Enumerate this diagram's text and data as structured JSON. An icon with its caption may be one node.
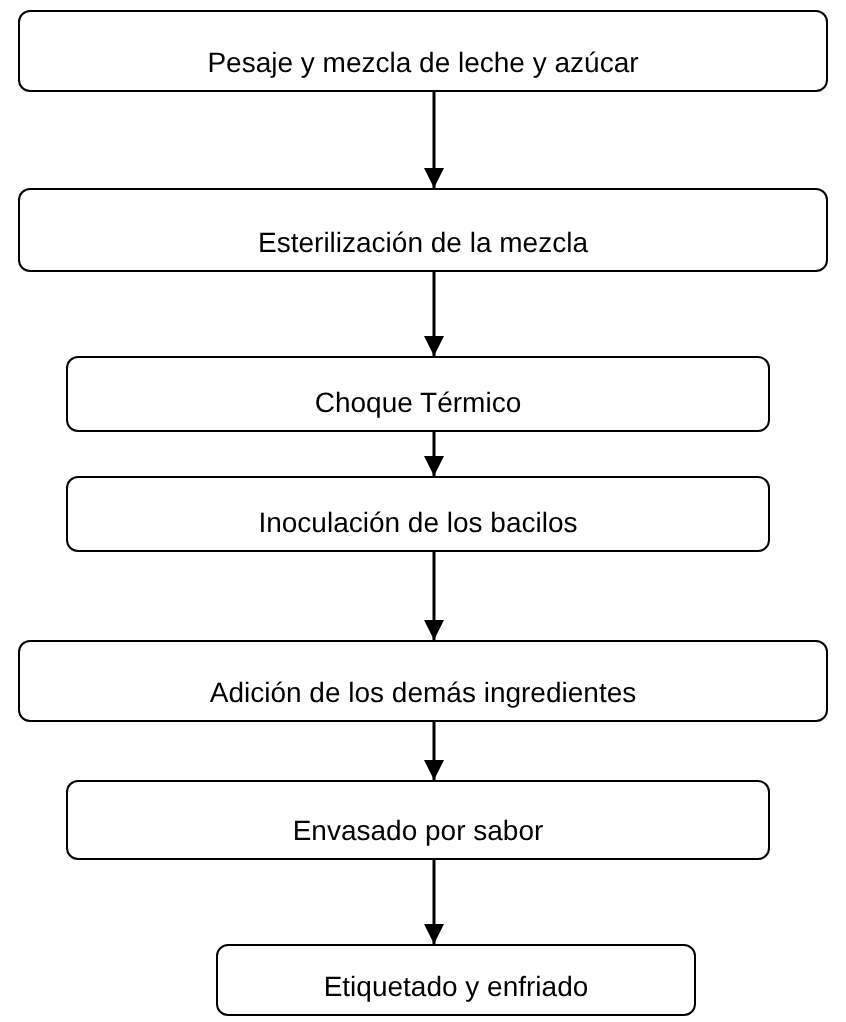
{
  "diagram": {
    "nodes": [
      {
        "text": [
          "Pesaje y mezcla de leche y azúcar"
        ]
      },
      {
        "text": [
          "Esterilización de la mezcla"
        ]
      },
      {
        "text": [
          "Choque Térmico"
        ]
      },
      {
        "text": [
          "Inoculación de los bacilos"
        ]
      },
      {
        "text": [
          "Adición de los demás ingredientes"
        ]
      },
      {
        "text": [
          "Envasado por sabor"
        ]
      },
      {
        "text": [
          "Etiquetado y enfriado"
        ]
      }
    ],
    "edges": [
      {
        "from": 0,
        "to": 1,
        "arrow": "to"
      },
      {
        "from": 1,
        "to": 2,
        "arrow": "to"
      },
      {
        "from": 2,
        "to": 3,
        "arrow": "to"
      },
      {
        "from": 3,
        "to": 4,
        "arrow": "to"
      },
      {
        "from": 4,
        "to": 5,
        "arrow": "to"
      },
      {
        "from": 5,
        "to": 6,
        "arrow": "to"
      }
    ]
  }
}
